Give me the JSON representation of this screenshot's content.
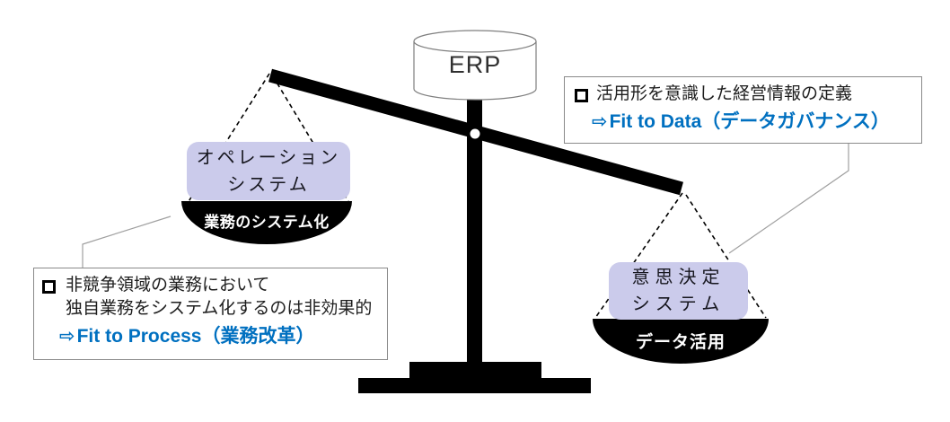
{
  "erp": {
    "label": "ERP"
  },
  "left_pan": {
    "label_line1": "オペレーション",
    "label_line2": "システム",
    "bowl_label": "業務のシステム化"
  },
  "right_pan": {
    "label_line1": "意思決定",
    "label_line2": "システム",
    "bowl_label": "データ活用"
  },
  "left_callout": {
    "bullet_icon": "hollow-square",
    "line1": "非競争領域の業務において",
    "line2": "独自業務をシステム化するのは非効果的",
    "arrow": "⇨",
    "highlight": "Fit to Process（業務改革）"
  },
  "right_callout": {
    "bullet_icon": "hollow-square",
    "line1": "活用形を意識した経営情報の定義",
    "arrow": "⇨",
    "highlight": "Fit to Data（データガバナンス）"
  },
  "colors": {
    "accent_blue": "#0070C0",
    "pan_fill": "#CBCBEB",
    "scale_black": "#000000",
    "connector_gray": "#A0A0A0",
    "box_border_gray": "#8A8A8A",
    "bowl_text_white": "#FFFFFF"
  }
}
